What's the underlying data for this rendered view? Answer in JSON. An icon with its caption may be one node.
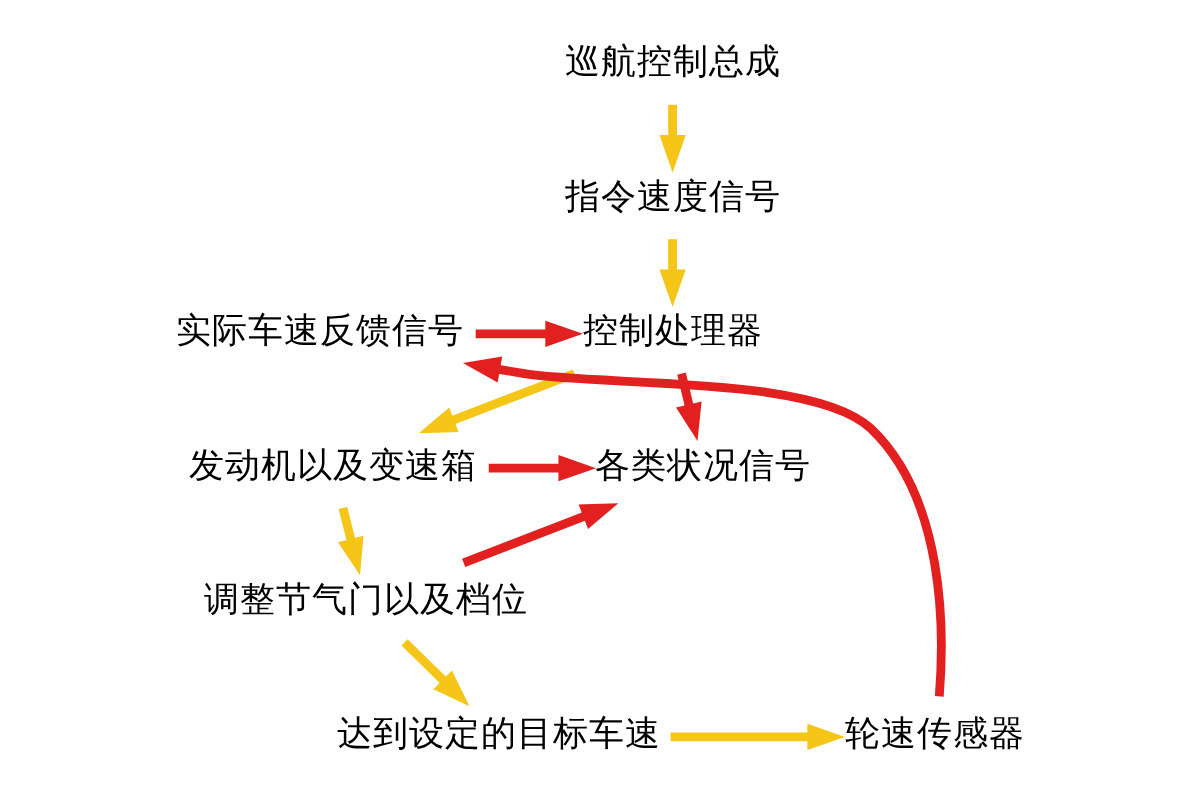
{
  "diagram": {
    "nodes": [
      {
        "text": [
          "巡航控制总成"
        ]
      },
      {
        "text": [
          "指令速度信号"
        ]
      },
      {
        "text": [
          "控制处理器"
        ]
      },
      {
        "text": [
          "实际车速反馈信号"
        ]
      },
      {
        "text": [
          "各类状况信号"
        ]
      },
      {
        "text": [
          "发动机以及变速箱"
        ]
      },
      {
        "text": [
          "调整节气门以及档位"
        ]
      },
      {
        "text": [
          "达到设定的目标车速"
        ]
      },
      {
        "text": [
          "轮速传感器"
        ]
      }
    ],
    "edges": [
      {
        "from": 0,
        "to": 1,
        "arrow": "to"
      },
      {
        "from": 1,
        "to": 2,
        "arrow": "to"
      },
      {
        "from": 2,
        "to": 5,
        "arrow": "to"
      },
      {
        "from": 5,
        "to": 6,
        "arrow": "to"
      },
      {
        "from": 6,
        "to": 7,
        "arrow": "to"
      },
      {
        "from": 7,
        "to": 8,
        "arrow": "to"
      },
      {
        "from": 8,
        "to": 3,
        "arrow": "to",
        "color": "#e32020"
      },
      {
        "from": 3,
        "to": 2,
        "arrow": "to",
        "color": "#e32020"
      },
      {
        "from": 2,
        "to": 4,
        "arrow": "to",
        "color": "#e32020"
      },
      {
        "from": 5,
        "to": 4,
        "arrow": "to",
        "color": "#e32020"
      },
      {
        "from": 6,
        "to": 4,
        "arrow": "to",
        "color": "#e32020"
      }
    ]
  }
}
